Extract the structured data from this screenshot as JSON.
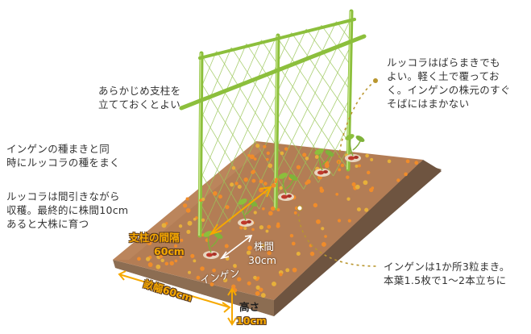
{
  "annotations": {
    "stake_note": "あらかじめ支柱を\n立てておくとよい",
    "sowing_note": "インゲンの種まきと同\n時にルッコラの種をまく",
    "harvest_note": "ルッコラは間引きながら\n収穫。最終的に株間10cm\nあると大株に育つ",
    "broadcast_note": "ルッコラはばらまきでも\nよい。軽く土で覆ってお\nく。インゲンの株元のすぐ\nそばにはまかない",
    "bean_note": "インゲンは1か所3粒まき。\n本葉1.5枚で1～2本立ちに"
  },
  "labels": {
    "stake_spacing_title": "支柱の間隔",
    "stake_spacing_value": "60cm",
    "plant_spacing_title": "株間",
    "plant_spacing_value": "30cm",
    "bean_label": "インゲン",
    "ridge_width": "畝幅60cm",
    "height_title": "高さ",
    "height_value": "10cm"
  },
  "colors": {
    "soil_top": "#b07a52",
    "soil_side": "#8b6a50",
    "stake": "#9ccc4a",
    "net": "#8fbf4a",
    "accent_orange": "#f0a500",
    "leader": "#b9962e"
  }
}
